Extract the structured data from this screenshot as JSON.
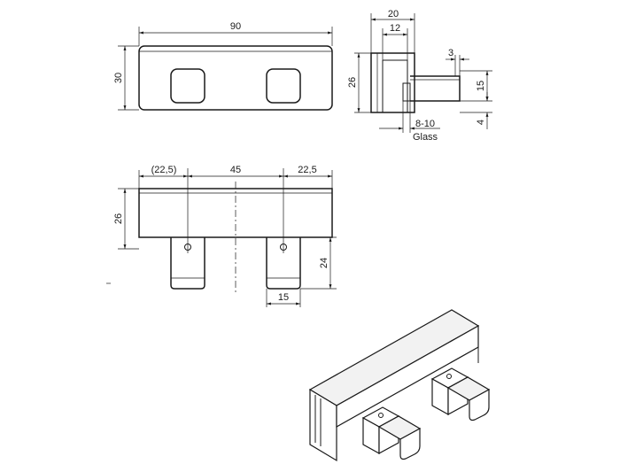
{
  "front_view": {
    "width_dim": "90",
    "height_dim": "30"
  },
  "side_view": {
    "overall_dim": "20",
    "inner_dim": "12",
    "height_dim": "26",
    "pin_offset_dim": "3",
    "pin_height_dim": "15",
    "bottom_dim": "4",
    "glass_range": "8-10",
    "glass_label": "Glass"
  },
  "bottom_view": {
    "left_dim": "22,5",
    "center_dim": "45",
    "right_dim": "22,5",
    "height_dim": "26",
    "leg_height_dim": "24",
    "leg_width_dim": "15"
  }
}
